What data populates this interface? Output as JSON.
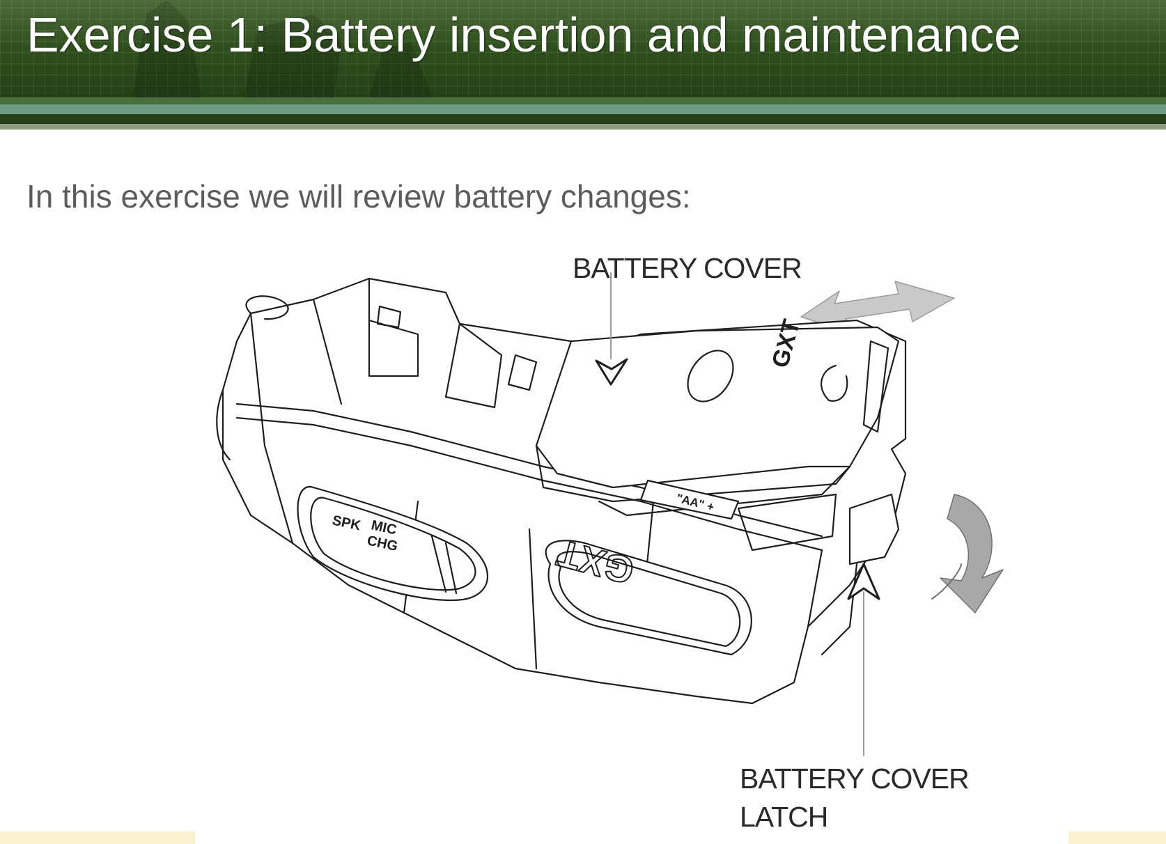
{
  "slide": {
    "title": "Exercise 1: Battery insertion and maintenance",
    "intro": "In this exercise we will review battery changes:"
  },
  "diagram": {
    "labels": {
      "battery_cover": "BATTERY COVER",
      "battery_cover_latch_line1": "BATTERY COVER",
      "battery_cover_latch_line2": "LATCH"
    },
    "device_text": {
      "brand": "GXT",
      "port_spk": "SPK",
      "port_mic": "MIC",
      "port_chg": "CHG",
      "battery_marking": "\"AA\" +"
    }
  },
  "colors": {
    "banner_green": "#2c4c1c",
    "stripe_teal": "#6e9a86",
    "intro_text": "#5c5c5c",
    "footer_cream": "#fbf0cf"
  }
}
